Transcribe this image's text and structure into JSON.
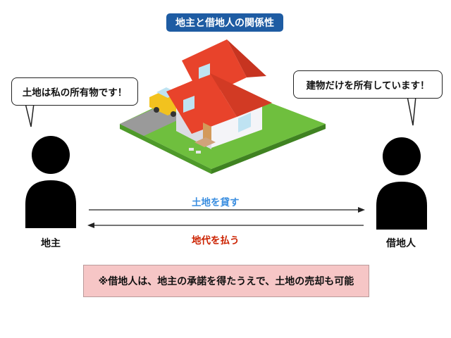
{
  "title": "地主と借地人の関係性",
  "landowner": {
    "label": "地主",
    "speech": "土地は私の所有物です！"
  },
  "tenant": {
    "label": "借地人",
    "speech": "建物だけを所有しています！"
  },
  "arrows": {
    "to_tenant": "土地を貸す",
    "to_landowner": "地代を払う"
  },
  "note": "※借地人は、地主の承諾を得たうえで、土地の売却も可能",
  "colors": {
    "title_bg": "#1e5ca3",
    "lend_text": "#3a8ee0",
    "rent_text": "#cc2200",
    "note_bg": "#f6c6c6",
    "grass": "#6fbf3e",
    "roof": "#e8432b",
    "car": "#f2c21e"
  }
}
